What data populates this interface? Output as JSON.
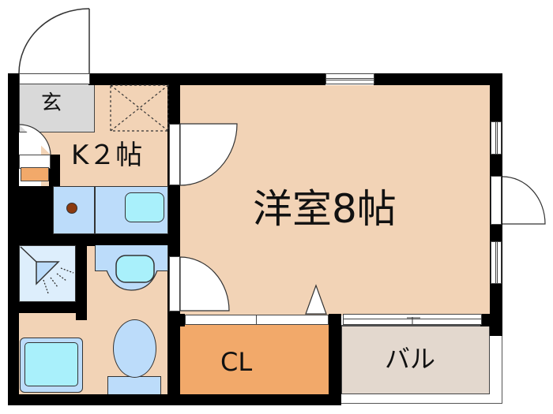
{
  "floor_plan": {
    "rooms": [
      {
        "id": "genkan",
        "label": "玄",
        "meaning": "entrance",
        "color": "#d9d9d9"
      },
      {
        "id": "kitchen",
        "label": "K２帖",
        "meaning": "kitchen 2 tatami",
        "color": "#f2d3b6"
      },
      {
        "id": "western_room",
        "label": "洋室8帖",
        "meaning": "western-style room 8 tatami",
        "color": "#f2d3b6"
      },
      {
        "id": "closet",
        "label": "CL",
        "meaning": "closet",
        "color": "#f2a96a"
      },
      {
        "id": "balcony",
        "label": "バル",
        "meaning": "balcony",
        "color": "#e3d8ce"
      },
      {
        "id": "bathroom",
        "label": "",
        "meaning": "unit bath with toilet and sink",
        "color": "#f2d3b6"
      },
      {
        "id": "shower",
        "label": "",
        "meaning": "shower",
        "color": "#ddeefc"
      }
    ],
    "colors": {
      "wall": "#000000",
      "floor": "#f2d3b6",
      "fixture": "#bcdcfa",
      "fixture_inner": "#a9f0fb",
      "closet": "#f2a96a",
      "balcony": "#e3d8ce",
      "entrance": "#d9d9d9",
      "stove_dot": "#8b3a0f"
    }
  }
}
